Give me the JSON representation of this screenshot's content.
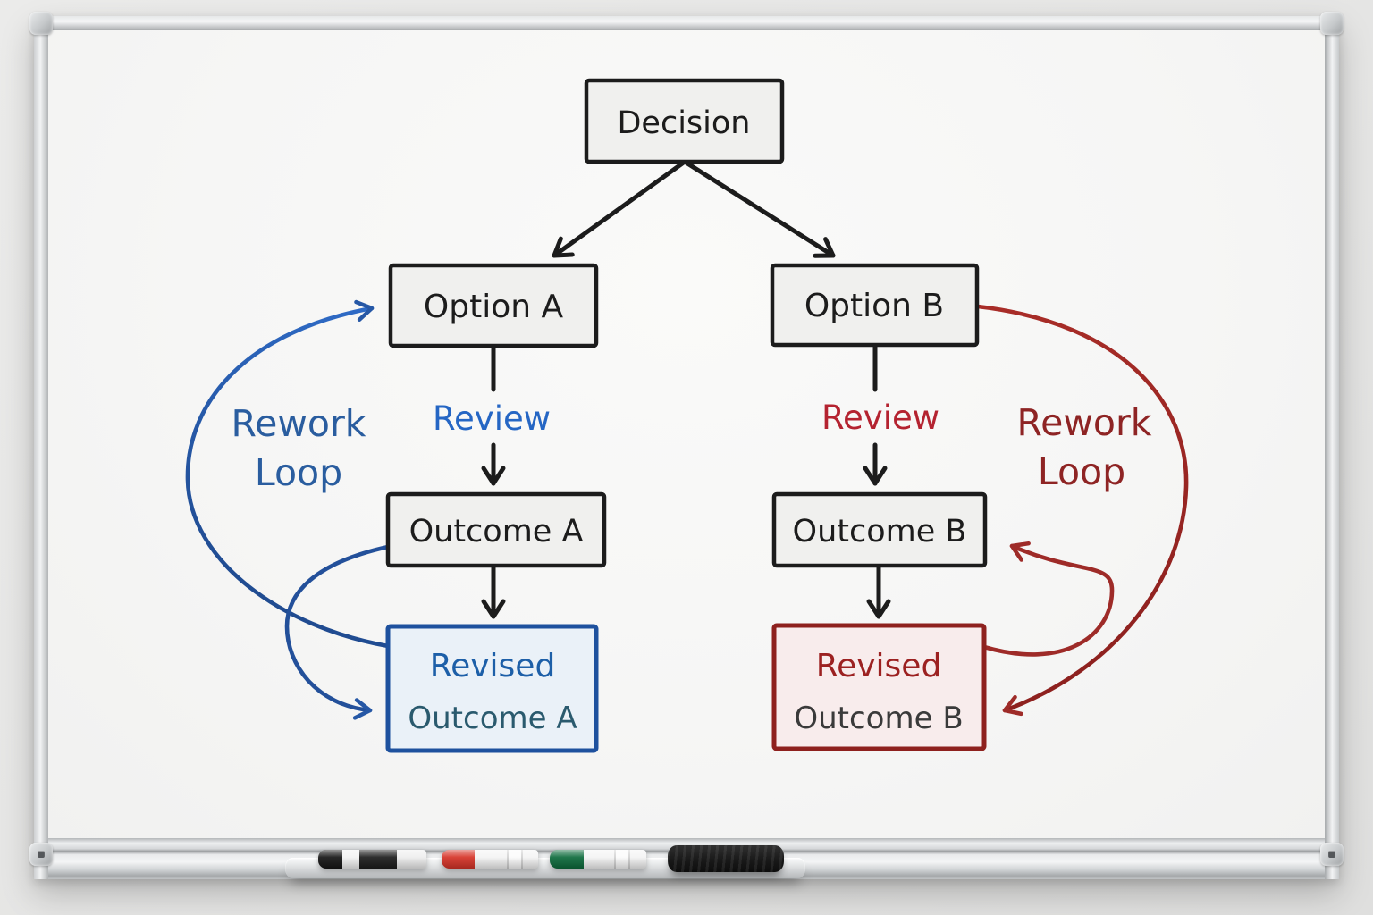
{
  "scene": {
    "description_labels": {}
  },
  "diagram": {
    "decision": {
      "label": "Decision"
    },
    "option_a": {
      "label": "Option A"
    },
    "option_b": {
      "label": "Option B"
    },
    "outcome_a": {
      "label": "Outcome A"
    },
    "outcome_b": {
      "label": "Outcome B"
    },
    "revised_a": {
      "line1": "Revised",
      "line2": "Outcome A",
      "border_color": "#1e519e",
      "fill_color": "#eaf1f8",
      "line1_color": "#1d5fa8",
      "line2_color": "#2a5a6e"
    },
    "revised_b": {
      "line1": "Revised",
      "line2": "Outcome B",
      "border_color": "#8e211e",
      "fill_color": "#f8ecec",
      "line1_color": "#9c2121",
      "line2_color": "#3a3a3a"
    },
    "review_a": {
      "text": "Review",
      "color": "#2566c4"
    },
    "review_b": {
      "text": "Review",
      "color": "#b42330"
    },
    "rework_a": {
      "line1": "Rework",
      "line2": "Loop",
      "color": "#2a5d9f"
    },
    "rework_b": {
      "line1": "Rework",
      "line2": "Loop",
      "color": "#8e2424"
    },
    "ink_colors": {
      "black": "#1c1c1c",
      "blue": "#2658a6",
      "red": "#9e2b28"
    },
    "node_fill": "#f0f0ee"
  },
  "tray": {
    "markers": [
      {
        "name": "black marker",
        "cap_color": "#151515",
        "body_color": "#1c1c1c"
      },
      {
        "name": "red marker",
        "cap_color": "#d63327",
        "body_color": "#f4f4f4"
      },
      {
        "name": "green marker",
        "cap_color": "#0d6b3c",
        "body_color": "#f4f4f4"
      }
    ],
    "eraser_color": "#1f1f1f"
  }
}
